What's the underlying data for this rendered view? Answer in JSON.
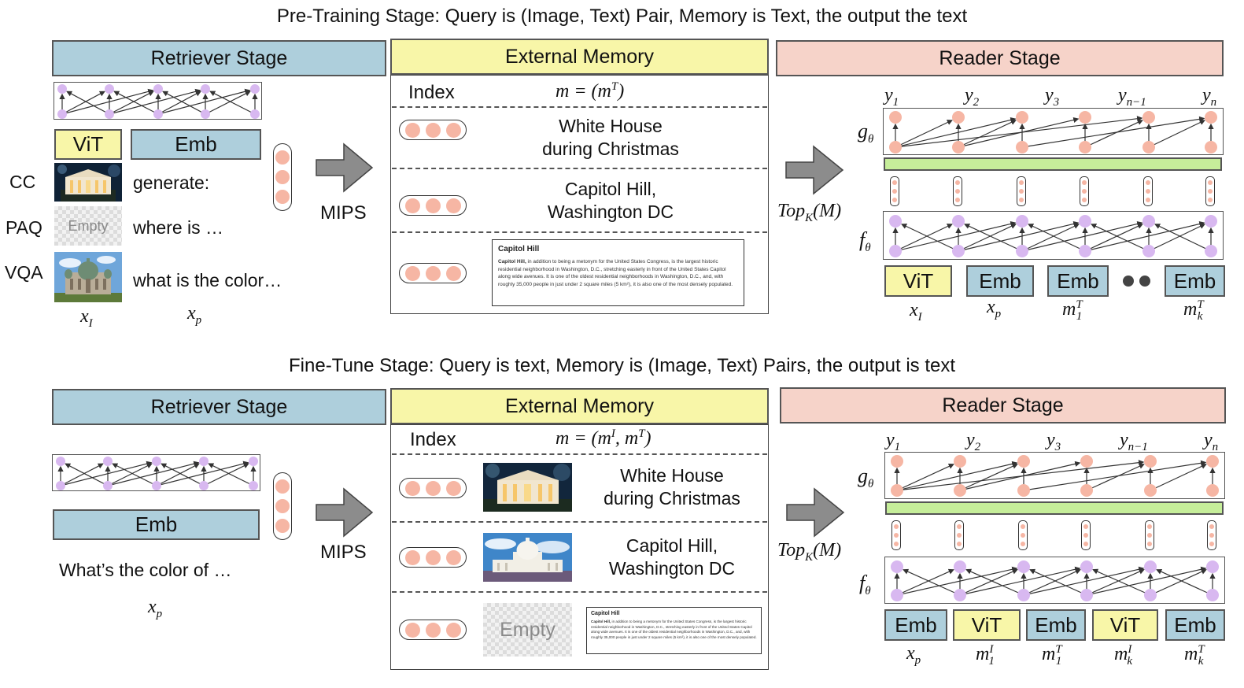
{
  "top": {
    "title": "Pre-Training Stage: Query is (Image, Text) Pair, Memory is Text, the output the text",
    "retriever": {
      "header": "Retriever Stage",
      "vit_label": "ViT",
      "emb_label": "Emb",
      "rows": [
        {
          "name": "CC",
          "text": "generate:"
        },
        {
          "name": "PAQ",
          "image_text": "Empty",
          "text": "where is …"
        },
        {
          "name": "VQA",
          "text": "what is the color…"
        }
      ],
      "x_image": "x",
      "x_image_sub": "I",
      "x_text": "x",
      "x_text_sub": "p"
    },
    "mips": "MIPS",
    "memory": {
      "header": "External Memory",
      "index_label": "Index",
      "formula": "m = (m",
      "formula_sup": "T",
      "formula_end": ")",
      "entries": [
        {
          "text1": "White House",
          "text2": "during Christmas"
        },
        {
          "text1": "Capitol Hill,",
          "text2": "Washington DC"
        }
      ],
      "wiki_title": "Capitol Hill",
      "wiki_bold": "Capitol Hill,",
      "wiki_body": " in addition to being a metonym for the United States Congress, is the largest historic residential neighborhood in Washington, D.C., stretching easterly in front of the United States Capitol along wide avenues. It is one of the oldest residential neighborhoods in Washington, D.C., and, with roughly 35,000 people in just under 2 square miles (5 km²), it is also one of the most densely populated."
    },
    "topk": {
      "main": "Top",
      "sub": "K",
      "end": "(M)"
    },
    "reader": {
      "header": "Reader Stage",
      "g": "g",
      "g_sub": "θ",
      "f": "f",
      "f_sub": "θ",
      "outputs": [
        {
          "v": "y",
          "s": "1"
        },
        {
          "v": "y",
          "s": "2"
        },
        {
          "v": "y",
          "s": "3"
        },
        {
          "v": "y",
          "s": "n−1"
        },
        {
          "v": "y",
          "s": "n"
        }
      ],
      "inputs": [
        {
          "label": "ViT",
          "v": "x",
          "sub": "I",
          "sup": ""
        },
        {
          "label": "Emb",
          "v": "x",
          "sub": "p",
          "sup": ""
        },
        {
          "label": "Emb",
          "v": "m",
          "sub": "1",
          "sup": "T"
        },
        {
          "label": "Emb",
          "v": "m",
          "sub": "k",
          "sup": "T"
        }
      ]
    }
  },
  "bottom": {
    "title": "Fine-Tune Stage: Query is text, Memory is (Image, Text) Pairs, the output is text",
    "retriever": {
      "header": "Retriever Stage",
      "emb_label": "Emb",
      "query": "What’s the color of …",
      "x_text": "x",
      "x_text_sub": "p"
    },
    "mips": "MIPS",
    "memory": {
      "header": "External Memory",
      "index_label": "Index",
      "formula": "m = (m",
      "formula_sup1": "I",
      "formula_mid": ", m",
      "formula_sup2": "T",
      "formula_end": ")",
      "entries": [
        {
          "text1": "White House",
          "text2": "during Christmas"
        },
        {
          "text1": "Capitol Hill,",
          "text2": "Washington DC"
        }
      ],
      "empty_label": "Empty",
      "wiki_title": "Capitol Hill",
      "wiki_bold": "Capitol Hill,",
      "wiki_body": " in addition to being a metonym for the United States Congress, is the largest historic residential neighborhood in Washington, D.C., stretching easterly in front of the United States Capitol along wide avenues. It is one of the oldest residential neighborhoods in Washington, D.C., and, with roughly 35,000 people in just under 2 square miles (5 km²), it is also one of the most densely populated."
    },
    "topk": {
      "main": "Top",
      "sub": "K",
      "end": "(M)"
    },
    "reader": {
      "header": "Reader Stage",
      "g": "g",
      "g_sub": "θ",
      "f": "f",
      "f_sub": "θ",
      "outputs": [
        {
          "v": "y",
          "s": "1"
        },
        {
          "v": "y",
          "s": "2"
        },
        {
          "v": "y",
          "s": "3"
        },
        {
          "v": "y",
          "s": "n−1"
        },
        {
          "v": "y",
          "s": "n"
        }
      ],
      "inputs": [
        {
          "label": "Emb",
          "v": "x",
          "sub": "p",
          "sup": ""
        },
        {
          "label": "ViT",
          "v": "m",
          "sub": "1",
          "sup": "I"
        },
        {
          "label": "Emb",
          "v": "m",
          "sub": "1",
          "sup": "T"
        },
        {
          "label": "ViT",
          "v": "m",
          "sub": "k",
          "sup": "I"
        },
        {
          "label": "Emb",
          "v": "m",
          "sub": "k",
          "sup": "T"
        }
      ]
    }
  },
  "colors": {
    "blue": "#aecfdc",
    "yellow": "#f8f6a8",
    "pink": "#f6d3c9",
    "green": "#c6ee9a",
    "salmon_node": "#f6b6a4",
    "purple_node": "#d8b8f0",
    "arrow_gray": "#8c8c8c"
  }
}
